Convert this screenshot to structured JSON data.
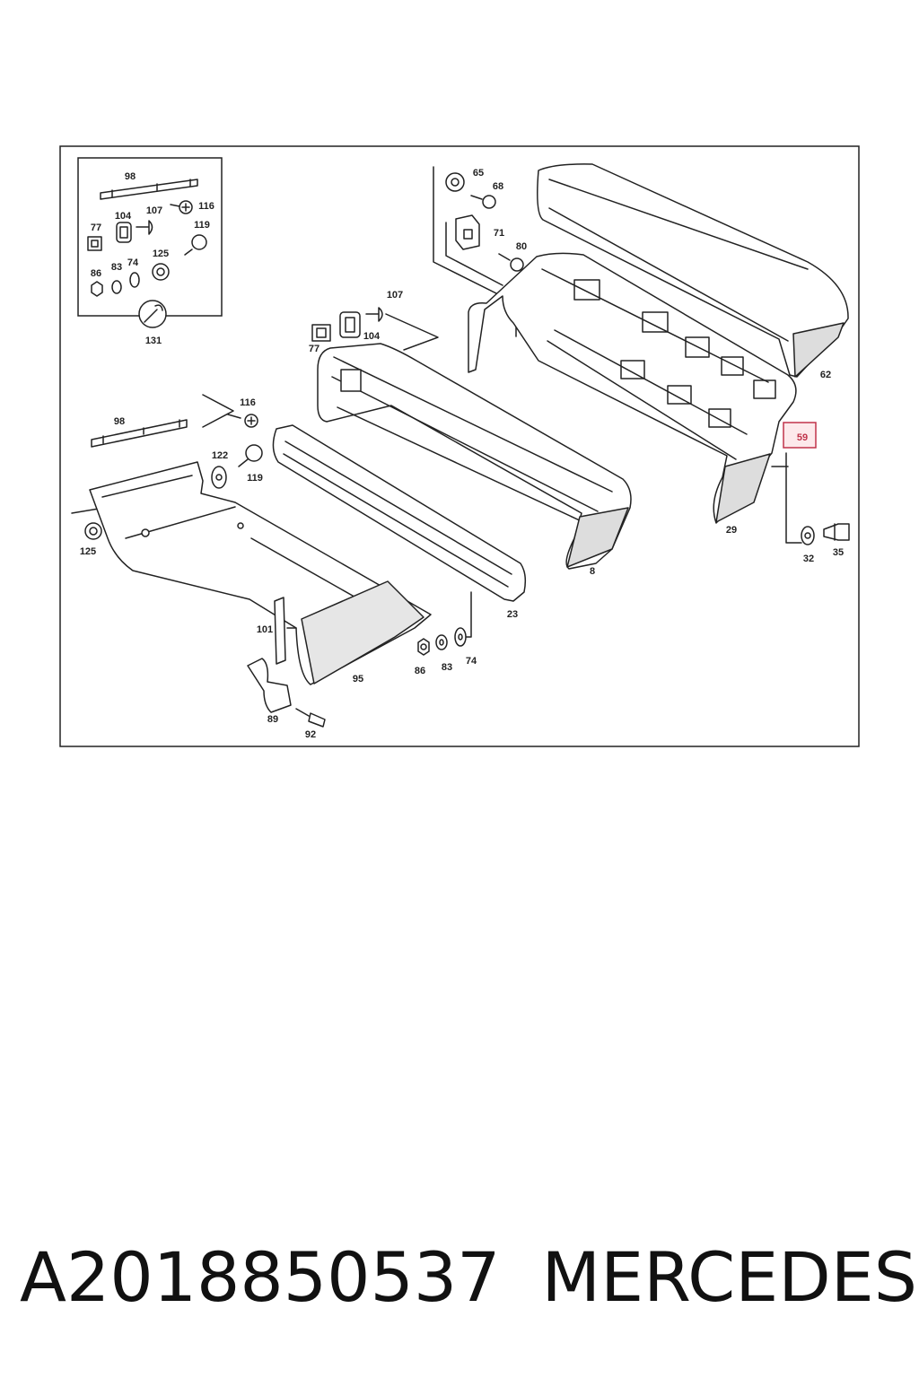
{
  "diagram": {
    "callouts": [
      "98",
      "116",
      "104",
      "107",
      "77",
      "119",
      "86",
      "83",
      "74",
      "125",
      "131",
      "65",
      "68",
      "71",
      "80",
      "62",
      "59",
      "107",
      "104",
      "77",
      "116",
      "98",
      "122",
      "119",
      "125",
      "8",
      "29",
      "32",
      "35",
      "23",
      "101",
      "86",
      "83",
      "74",
      "95",
      "89",
      "92"
    ],
    "highlighted_part": "59",
    "highlight_color": "#c0334a",
    "line_color": "#222222"
  },
  "caption": {
    "part_number": "A2018850537",
    "brand": "MERCEDES"
  }
}
